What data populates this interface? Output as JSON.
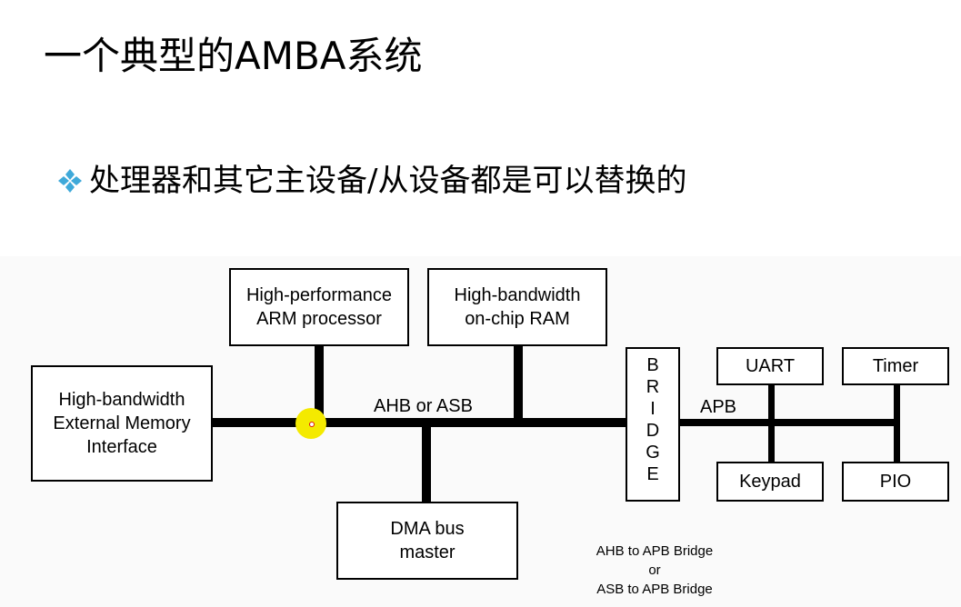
{
  "title": "一个典型的AMBA系统",
  "bullet": {
    "icon": "four-diamond-bullet-icon",
    "icon_color": "#3fa9d9",
    "text": "处理器和其它主设备/从设备都是可以替换的"
  },
  "diagram": {
    "blocks": {
      "external_memory": "High-bandwidth\nExternal Memory\nInterface",
      "arm_processor": "High-performance\nARM processor",
      "onchip_ram": "High-bandwidth\non-chip RAM",
      "dma_master": "DMA bus\nmaster",
      "uart": "UART",
      "keypad": "Keypad",
      "timer": "Timer",
      "pio": "PIO"
    },
    "bridge_letters": [
      "B",
      "R",
      "I",
      "D",
      "G",
      "E"
    ],
    "labels": {
      "ahb_bus": "AHB or ASB",
      "apb_bus": "APB"
    },
    "note": "AHB to APB Bridge\nor\nASB to APB Bridge",
    "cursor_color": "#f4ea00"
  }
}
